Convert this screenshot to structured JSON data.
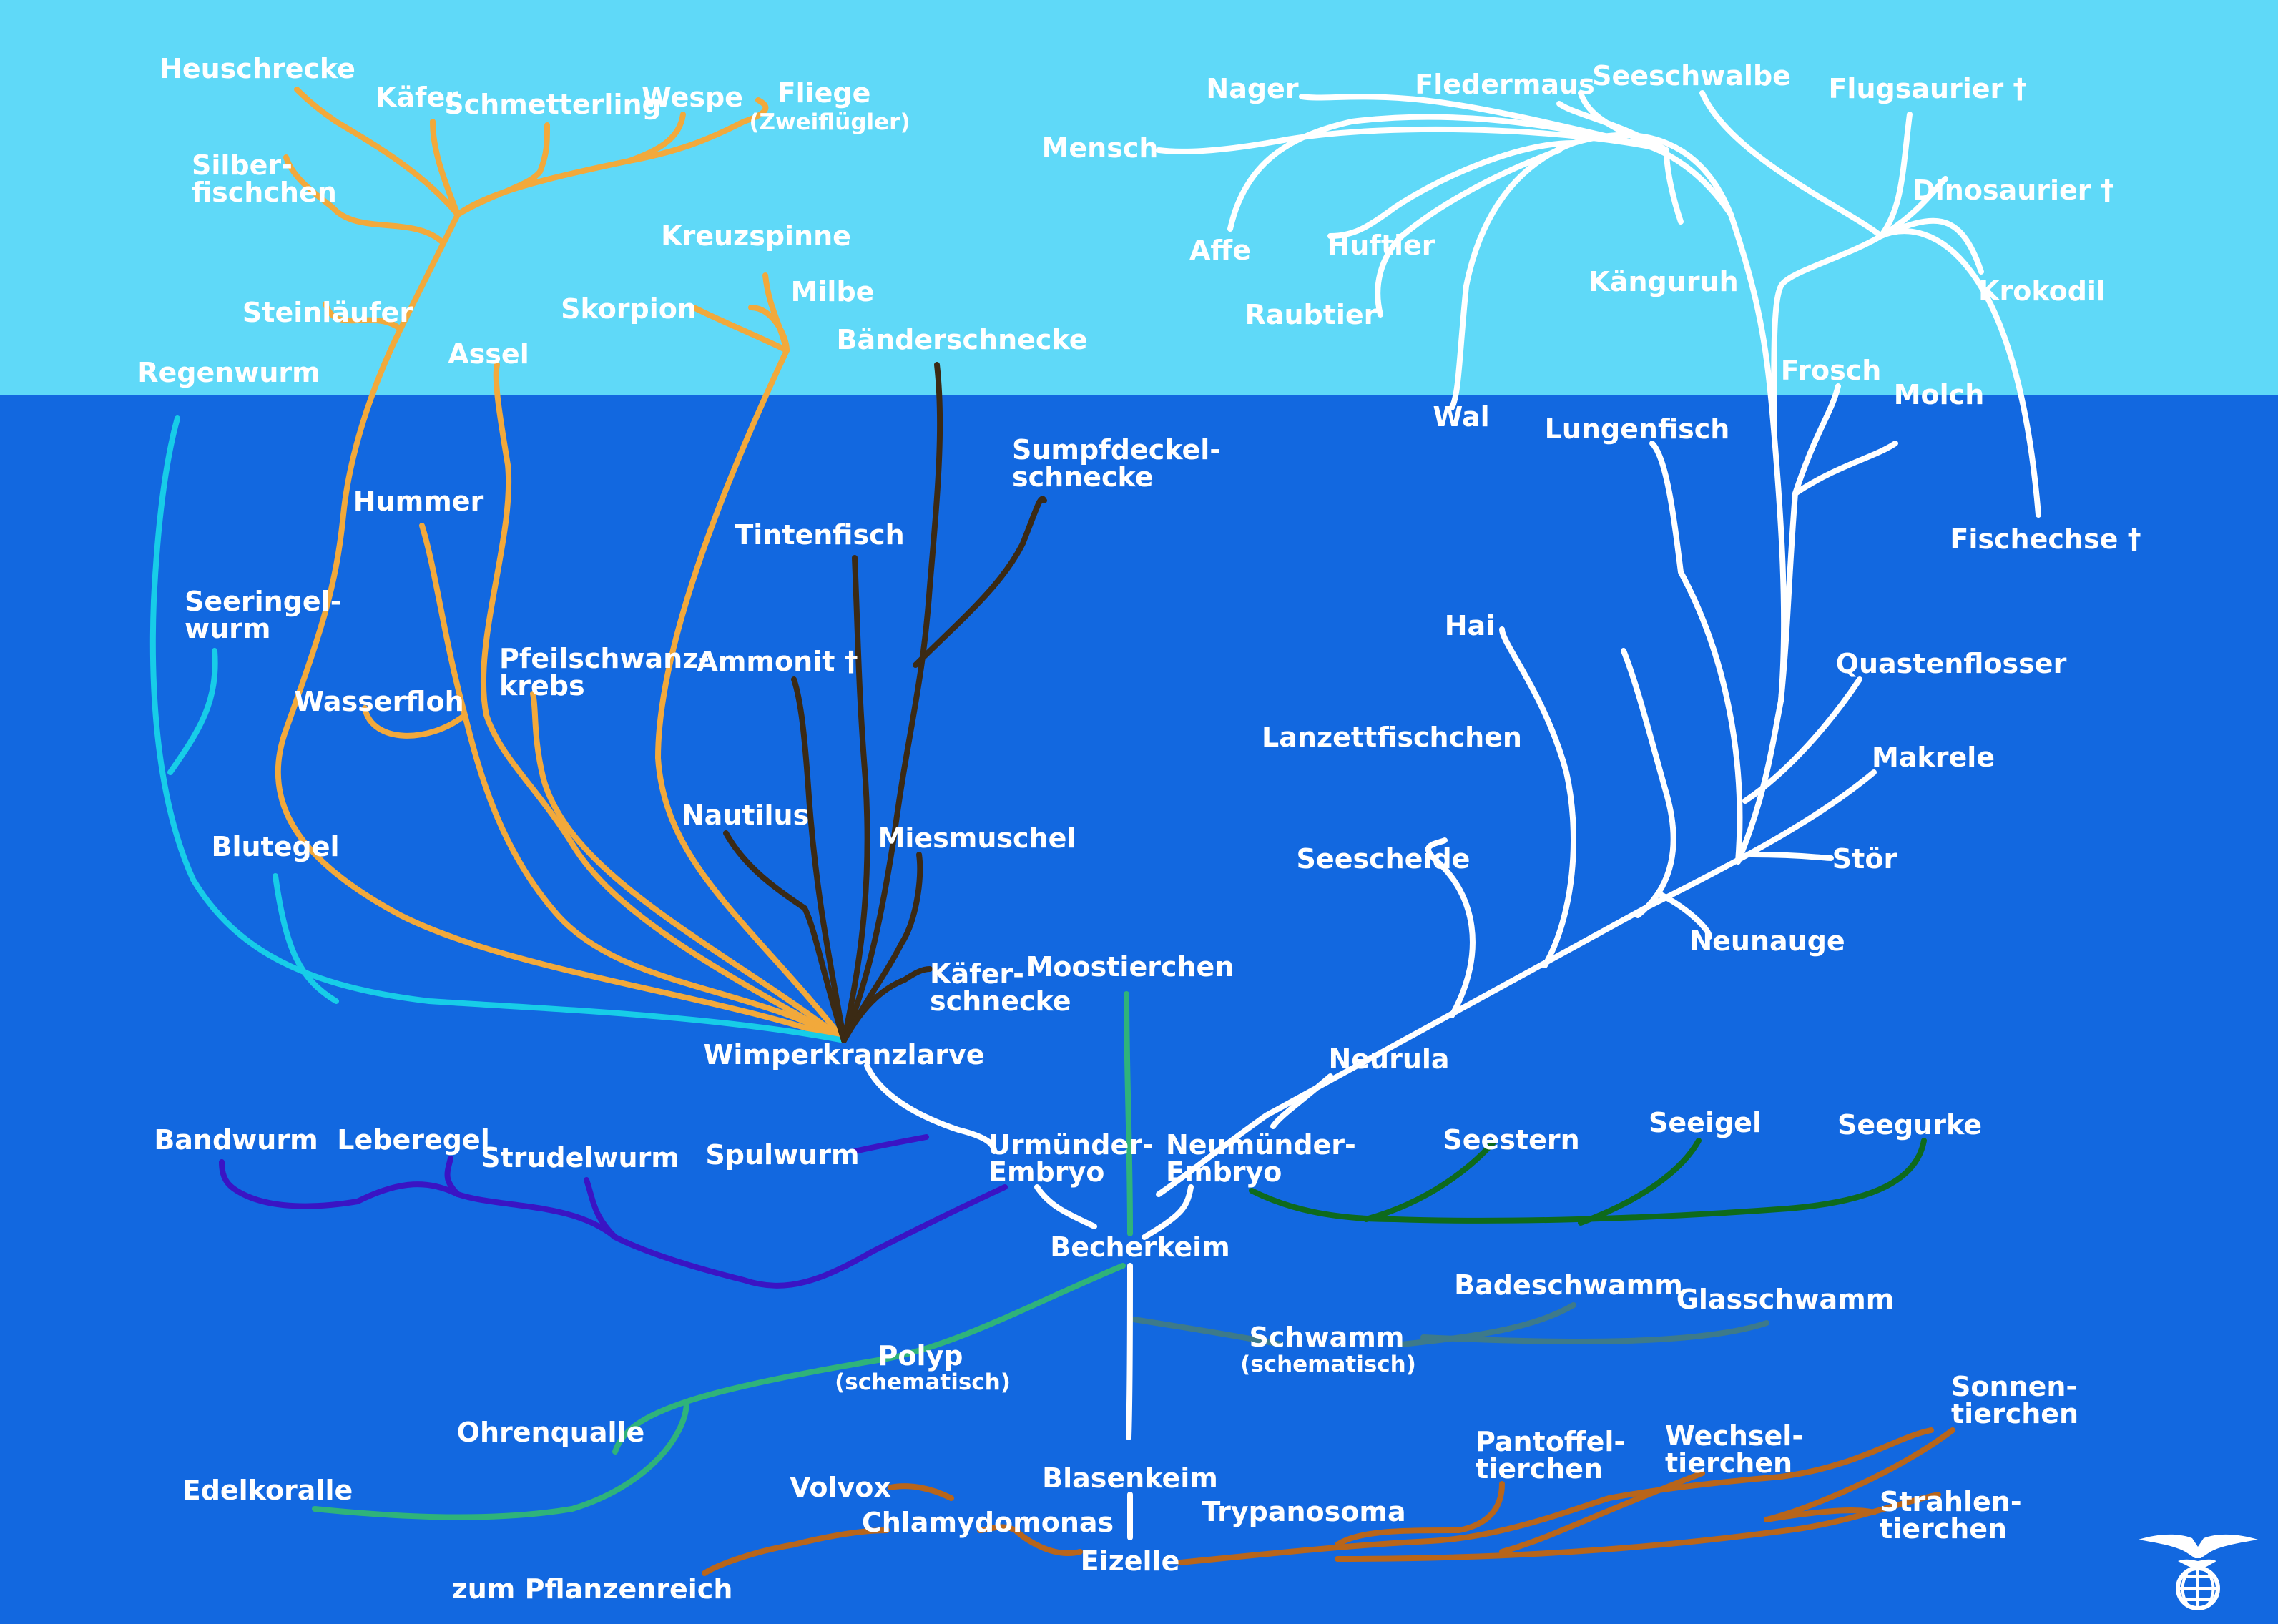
{
  "colors": {
    "air": "#5fd9f8",
    "water": "#1268e0",
    "arthropods": "#f2a93b",
    "annelids": "#17cde8",
    "molluscs": "#3b2a14",
    "vertebrates": "#ffffff",
    "flatworms": "#3a14c4",
    "echinoderms": "#0e6a1c",
    "cnidarians": "#2fb37a",
    "sponges": "#3d7a8a",
    "protists": "#b8651a"
  },
  "labels": {
    "heuschrecke": "Heuschrecke",
    "kaefer": "Käfer",
    "schmetterling": "Schmetterling",
    "wespe": "Wespe",
    "fliege": "Fliege",
    "fliege_sub": "(Zweiflügler)",
    "silberfischchen": "Silber-\nfischchen",
    "steinlaeufer": "Steinläufer",
    "regenwurm": "Regenwurm",
    "assel": "Assel",
    "kreuzspinne": "Kreuzspinne",
    "milbe": "Milbe",
    "skorpion": "Skorpion",
    "baenderschnecke": "Bänderschnecke",
    "sumpfdeckelschnecke": "Sumpfdeckel-\nschnecke",
    "hummer": "Hummer",
    "tintenfisch": "Tintenfisch",
    "seeringelwurm": "Seeringel-\nwurm",
    "pfeilschwanzkrebs": "Pfeilschwanz-\nkrebs",
    "ammonit": "Ammonit †",
    "wasserfloh": "Wasserfloh",
    "nautilus": "Nautilus",
    "miesmuschel": "Miesmuschel",
    "blutegel": "Blutegel",
    "kaeferschnecke": "Käfer-\nschnecke",
    "moostierchen": "Moostierchen",
    "wimperkranzlarve": "Wimperkranzlarve",
    "nager": "Nager",
    "fledermaus": "Fledermaus",
    "seeschwalbe": "Seeschwalbe",
    "flugsaurier": "Flugsaurier †",
    "mensch": "Mensch",
    "dinosaurier": "Dinosaurier †",
    "affe": "Affe",
    "huftier": "Huftier",
    "kaenguruh": "Känguruh",
    "krokodil": "Krokodil",
    "raubtier": "Raubtier",
    "frosch": "Frosch",
    "molch": "Molch",
    "wal": "Wal",
    "lungenfisch": "Lungenfisch",
    "fischechse": "Fischechse †",
    "hai": "Hai",
    "quastenflosser": "Quastenflosser",
    "lanzettfischchen": "Lanzettfischchen",
    "makrele": "Makrele",
    "seescheide": "Seescheide",
    "stoer": "Stör",
    "neunauge": "Neunauge",
    "neurula": "Neurula",
    "bandwurm": "Bandwurm",
    "leberegel": "Leberegel",
    "strudelwurm": "Strudelwurm",
    "spulwurm": "Spulwurm",
    "urmuender": "Urmünder-\nEmbryo",
    "neumuender": "Neumünder-\nEmbryo",
    "seestern": "Seestern",
    "seeigel": "Seeigel",
    "seegurke": "Seegurke",
    "becherkeim": "Becherkeim",
    "badeschwamm": "Badeschwamm",
    "glasschwamm": "Glasschwamm",
    "polyp": "Polyp",
    "polyp_sub": "(schematisch)",
    "schwamm": "Schwamm",
    "schwamm_sub": "(schematisch)",
    "ohrenqualle": "Ohrenqualle",
    "sonnentierchen": "Sonnen-\ntierchen",
    "pantoffeltierchen": "Pantoffel-\ntierchen",
    "wechseltierchen": "Wechsel-\ntierchen",
    "edelkoralle": "Edelkoralle",
    "volvox": "Volvox",
    "blasenkeim": "Blasenkeim",
    "trypanosoma": "Trypanosoma",
    "strahlentierchen": "Strahlen-\ntierchen",
    "chlamydomonas": "Chlamydomonas",
    "eizelle": "Eizelle",
    "pflanzenreich": "zum Pflanzenreich"
  },
  "logo": "globe-eagle-logo"
}
